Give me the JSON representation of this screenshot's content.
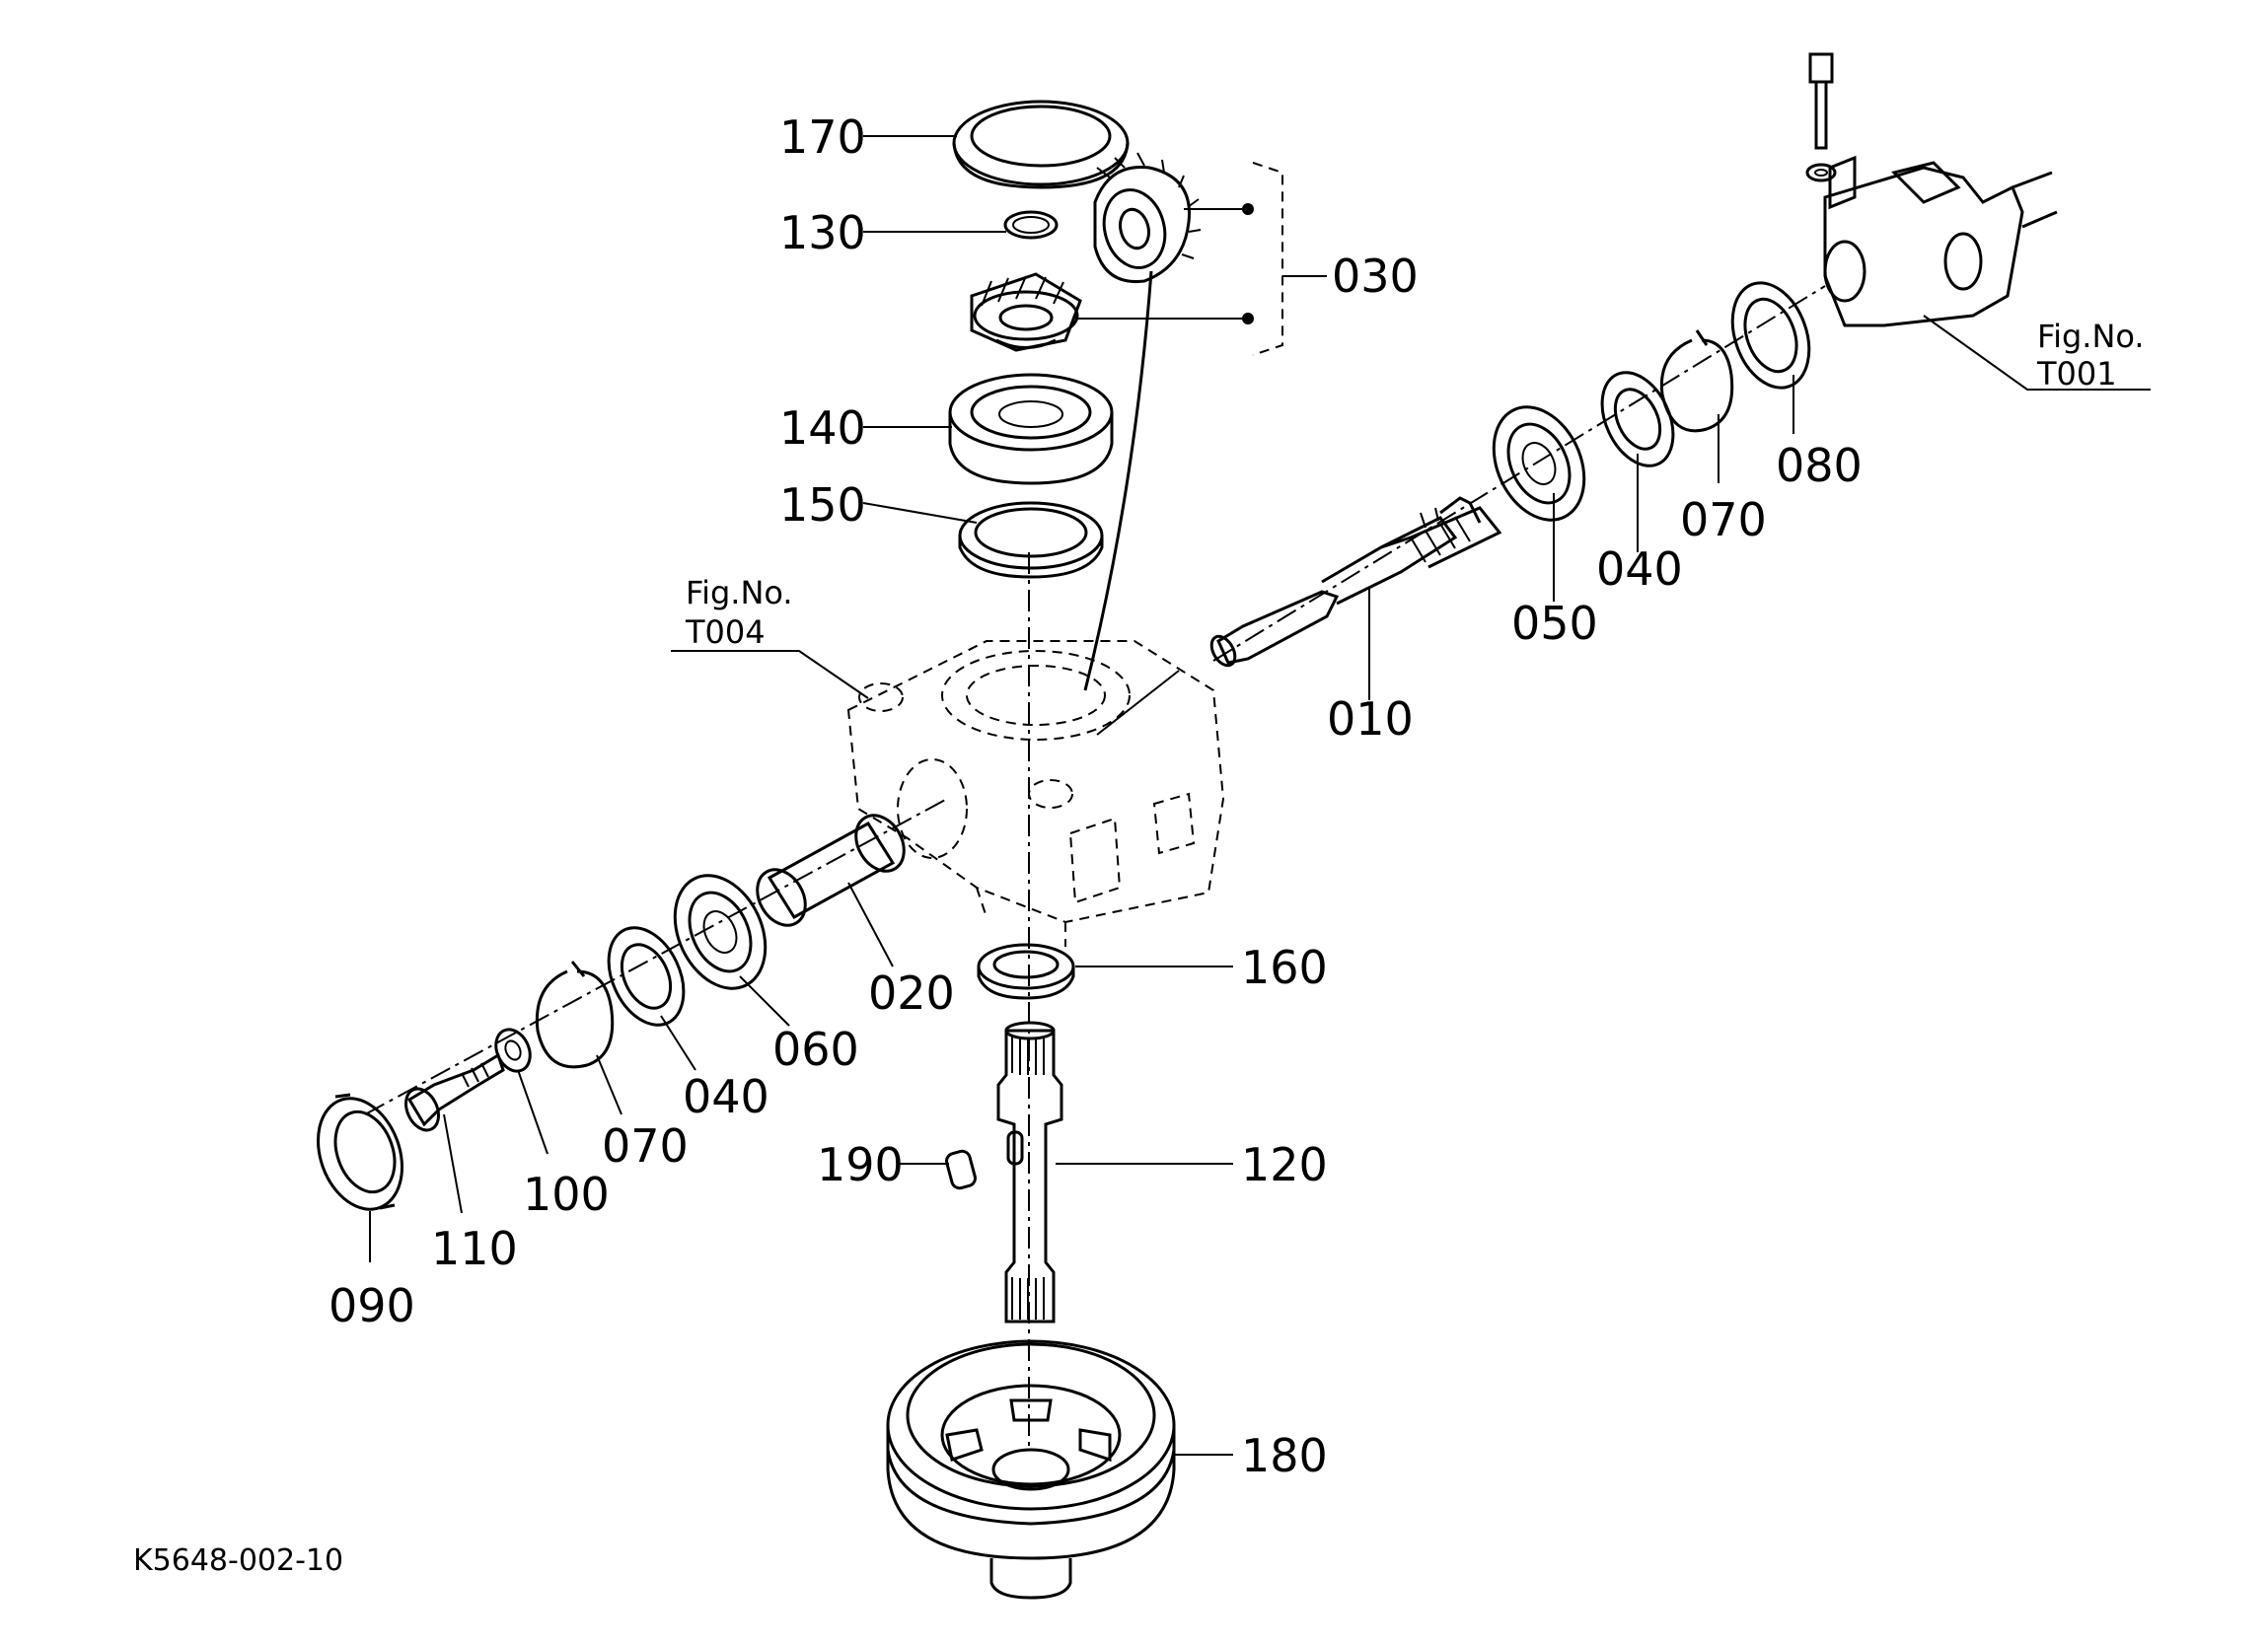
{
  "diagram_code": "K5648-002-10",
  "refs": {
    "t004": {
      "fig": "Fig.No.",
      "no": "T004"
    },
    "t001": {
      "fig": "Fig.No.",
      "no": "T001"
    }
  },
  "parts": {
    "p010": "010",
    "p020": "020",
    "p030": "030",
    "p040a": "040",
    "p040b": "040",
    "p050": "050",
    "p060": "060",
    "p070a": "070",
    "p070b": "070",
    "p080": "080",
    "p090": "090",
    "p100": "100",
    "p110": "110",
    "p120": "120",
    "p130": "130",
    "p140": "140",
    "p150": "150",
    "p160": "160",
    "p170": "170",
    "p180": "180",
    "p190": "190"
  }
}
